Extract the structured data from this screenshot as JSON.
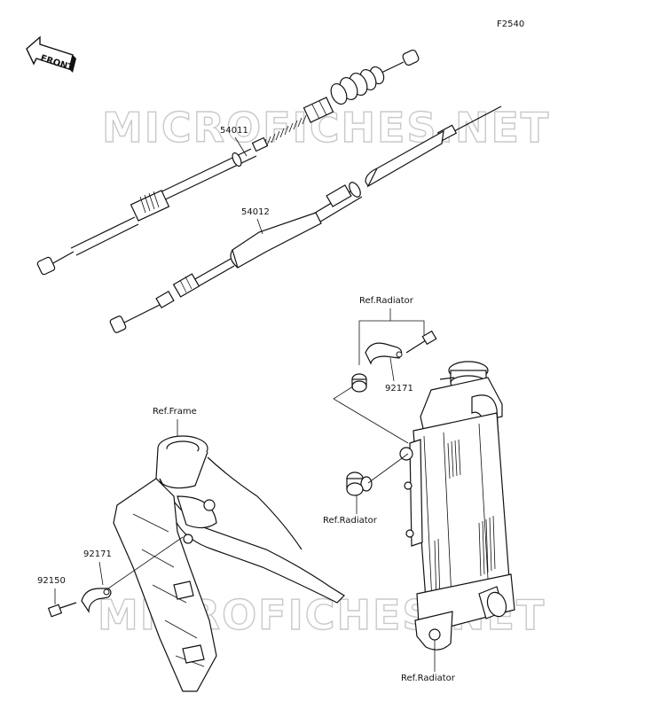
{
  "figure_code": "F2540",
  "front_label": "FRONT",
  "watermark": "MICROFICHES.NET",
  "callouts": {
    "p54011": "54011",
    "p54012": "54012",
    "ref_radiator_top": "Ref.Radiator",
    "p92171_right": "92171",
    "ref_frame": "Ref.Frame",
    "ref_radiator_mid": "Ref.Radiator",
    "p92171_left": "92171",
    "p92150": "92150",
    "ref_radiator_bottom": "Ref.Radiator"
  }
}
